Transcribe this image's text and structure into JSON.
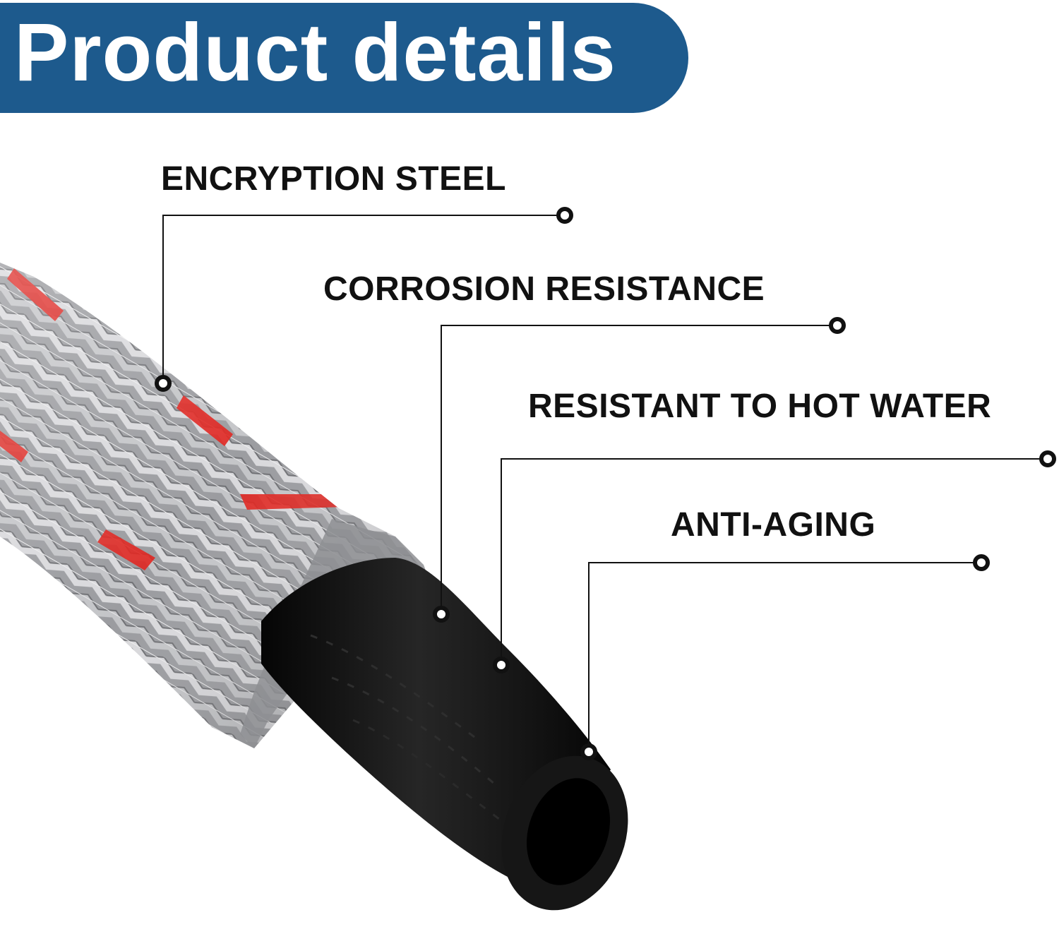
{
  "title": "Product details",
  "features": [
    {
      "label": "ENCRYPTION STEEL"
    },
    {
      "label": "CORROSION RESISTANCE"
    },
    {
      "label": "RESISTANT TO HOT WATER"
    },
    {
      "label": "ANTI-AGING"
    }
  ],
  "colors": {
    "banner": "#1d5a8d",
    "banner_text": "#ffffff",
    "label_text": "#111111",
    "braid_steel": "#b9b9bc",
    "braid_red": "#e0251f",
    "rubber": "#141414"
  },
  "icons": [
    "callout-dot-icon",
    "braided-hose-image"
  ]
}
